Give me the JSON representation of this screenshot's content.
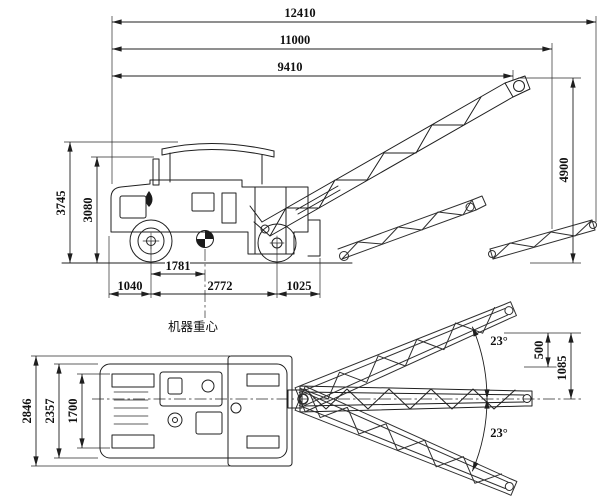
{
  "drawing": {
    "side_view": {
      "overall_length": "12410",
      "transport_length": "11000",
      "body_length": "9410",
      "discharge_height": "4900",
      "overall_height": "3745",
      "cab_height": "3080",
      "cog_distance": "1781",
      "rear_overhang": "1040",
      "wheelbase": "2772",
      "front_overhang": "1025",
      "cog_label": "机器重心"
    },
    "plan_view": {
      "overall_width": "2846",
      "body_width": "2357",
      "track_width": "1700",
      "swing_up": "23°",
      "swing_down": "23°",
      "offset_a": "500",
      "offset_b": "1085"
    }
  }
}
